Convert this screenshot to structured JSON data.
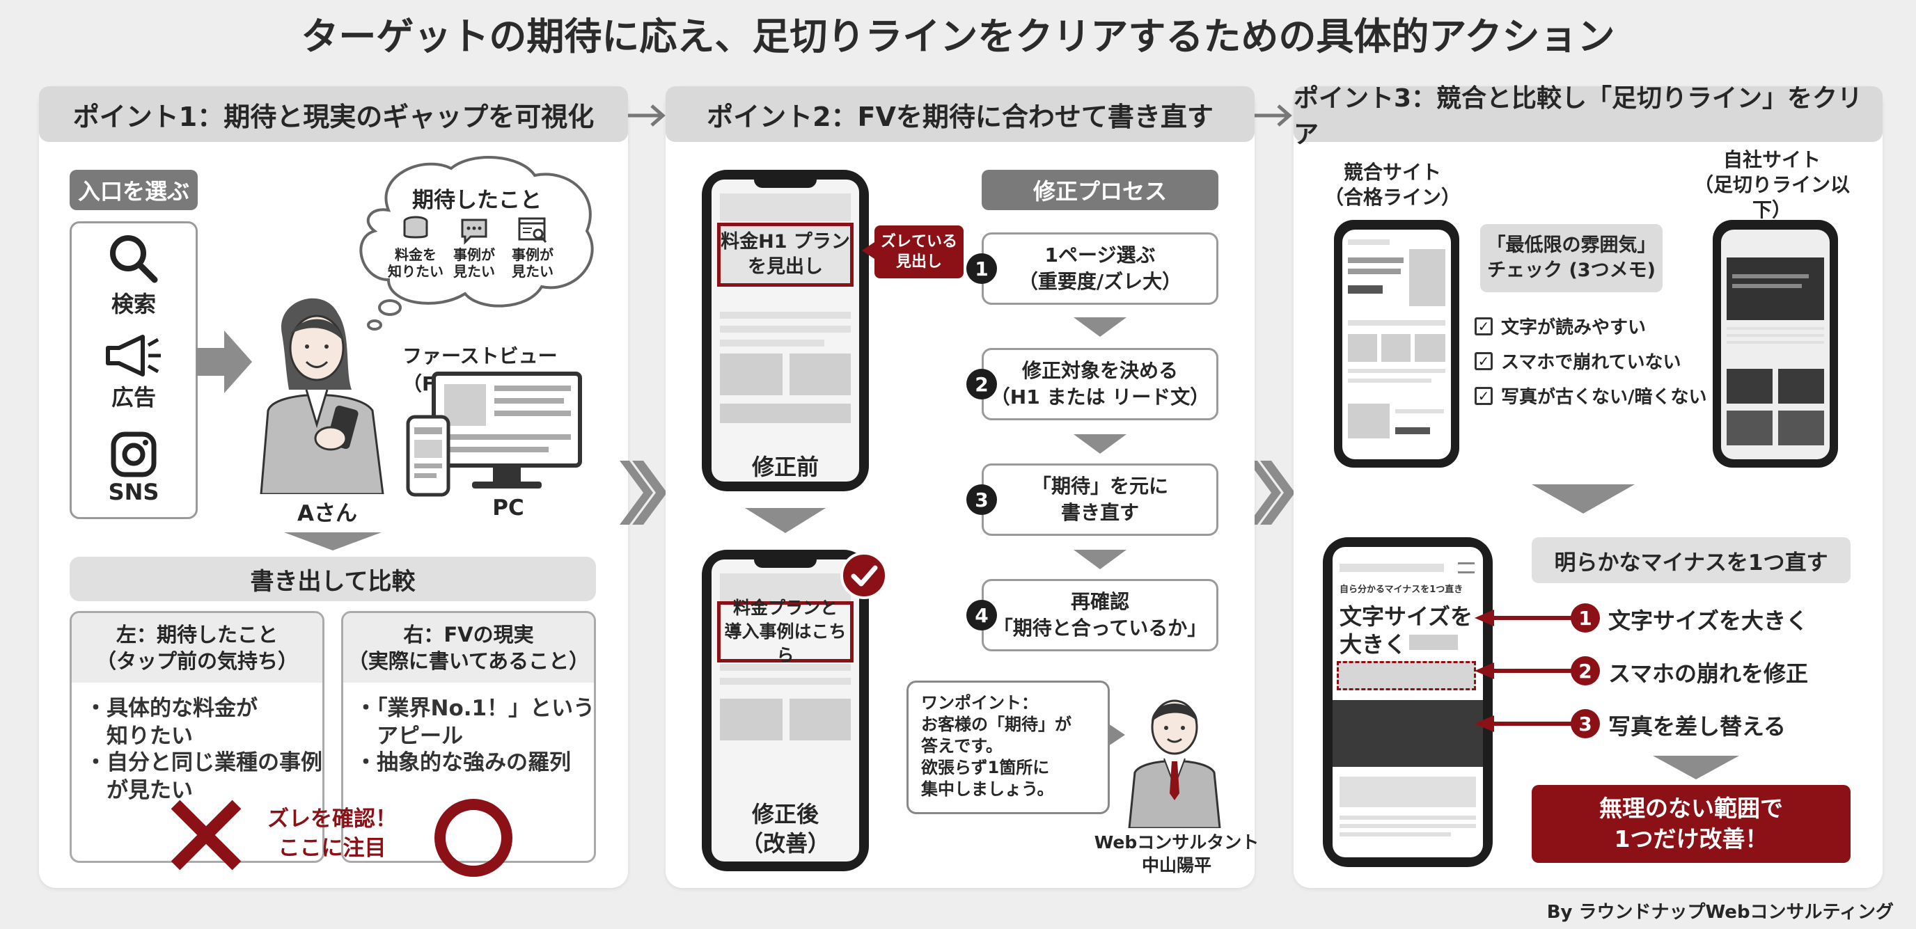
{
  "title": "ターゲットの期待に応え、足切りラインをクリアするための具体的アクション",
  "footer": "By ラウンドナップWebコンサルティング",
  "colors": {
    "accent": "#8b1116",
    "header_gray": "#d9d9d9",
    "tag_gray": "#7a7a7a"
  },
  "panel1": {
    "header": "ポイント1：期待と現実のギャップを可視化",
    "entry_tag": "入口を選ぶ",
    "entries": [
      {
        "icon": "search-icon",
        "label": "検索"
      },
      {
        "icon": "megaphone-icon",
        "label": "広告"
      },
      {
        "icon": "instagram-icon",
        "label": "SNS"
      }
    ],
    "bubble_title": "期待したこと",
    "expectations": [
      {
        "icon": "coins-icon",
        "label": "料金を\n知りたい"
      },
      {
        "icon": "speech-icon",
        "label": "事例が\n見たい"
      },
      {
        "icon": "browser-search-icon",
        "label": "事例が\n見たい"
      }
    ],
    "person_label": "Aさん",
    "fv_label": "ファーストビュー（FV）",
    "pc_label": "PC",
    "compare_tag": "書き出して比較",
    "left_head": "左：期待したこと\n（タップ前の気持ち）",
    "left_items": [
      "・具体的な料金が\n　知りたい",
      "・自分と同じ業種の事例\n　が見たい"
    ],
    "right_head": "右：FVの現実\n（実際に書いてあること）",
    "right_items": [
      "・「業界No.1！」という\n　アピール",
      "・抽象的な強みの羅列"
    ],
    "warn_text": "ズレを確認！\nここに注目"
  },
  "panel2": {
    "header": "ポイント2：FVを期待に合わせて書き直す",
    "before_heading": "料金H1 プラン\nを見出し",
    "zure_tag": "ズレている\n見出し",
    "before_label": "修正前",
    "after_heading": "料金プランと\n導入事例はこちら",
    "after_label": "修正後\n（改善）",
    "process_tag": "修正プロセス",
    "steps": [
      {
        "num": "1",
        "text": "1ページ選ぶ\n（重要度/ズレ大）"
      },
      {
        "num": "2",
        "text": "修正対象を決める\n（H1 または リード文）"
      },
      {
        "num": "3",
        "text": "「期待」を元に\n書き直す"
      },
      {
        "num": "4",
        "text": "再確認\n「期待と合っているか」"
      }
    ],
    "onepoint": "ワンポイント：\nお客様の「期待」が\n答えです。\n欲張らず1箇所に\n集中しましょう。",
    "consultant": "Webコンサルタント\n中山陽平"
  },
  "panel3": {
    "header": "ポイント3：競合と比較し「足切りライン」をクリア",
    "competitor_label": "競合サイト\n（合格ライン）",
    "own_label": "自社サイト\n（足切りライン以下）",
    "check_tag": "「最低限の雰囲気」\nチェック (3つメモ)",
    "checks": [
      "文字が読みやすい",
      "スマホで崩れていない",
      "写真が古くない/暗くない"
    ],
    "fix_tag": "明らかなマイナスを1つ直す",
    "phone_top": "自ら分かるマイナスを1つ直き",
    "phone_big": "文字サイズを\n大きく",
    "fixes": [
      {
        "num": "1",
        "text": "文字サイズを大きく"
      },
      {
        "num": "2",
        "text": "スマホの崩れを修正"
      },
      {
        "num": "3",
        "text": "写真を差し替える"
      }
    ],
    "final": "無理のない範囲で\n1つだけ改善！"
  }
}
